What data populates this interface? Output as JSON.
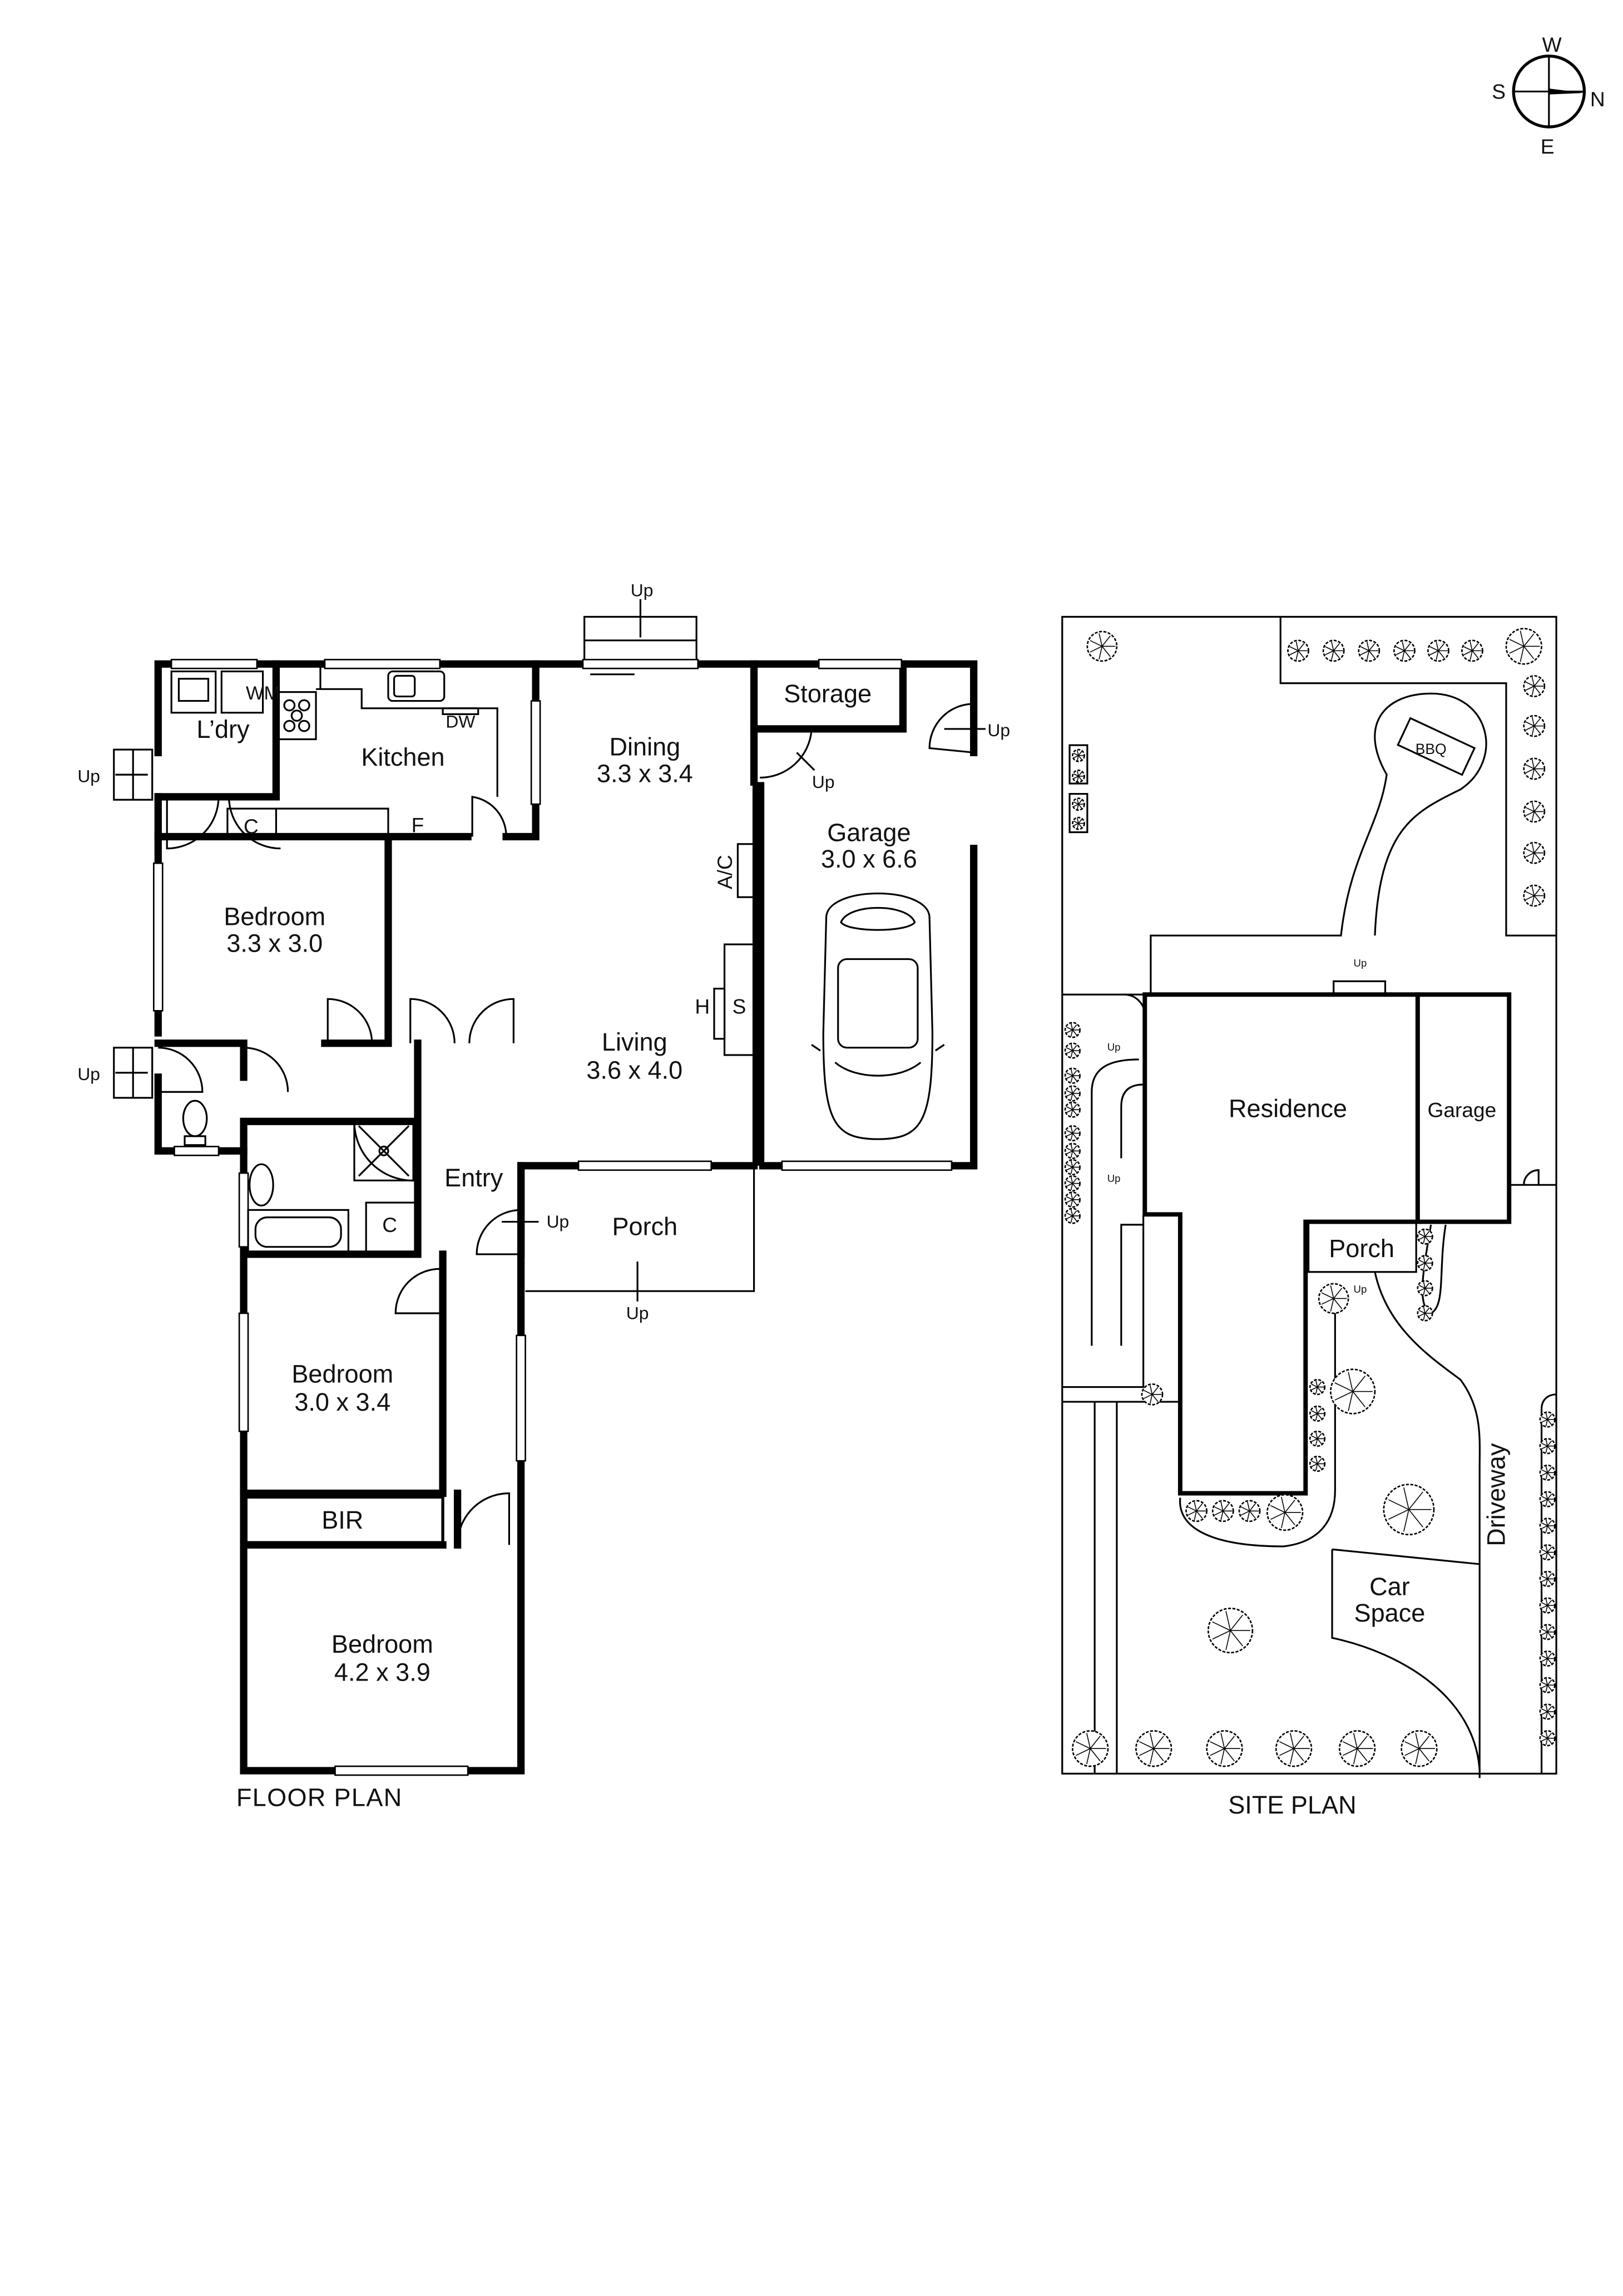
{
  "compass": {
    "west": "W",
    "south": "S",
    "north": "N",
    "east": "E"
  },
  "floor_plan": {
    "title": "FLOOR PLAN",
    "rooms": {
      "laundry": "L’dry",
      "washing_machine": "WM",
      "kitchen": "Kitchen",
      "dishwasher": "DW",
      "kitchen_cupboard": "C",
      "fridge": "F",
      "dining": {
        "name": "Dining",
        "size": "3.3 x 3.4"
      },
      "storage": "Storage",
      "garage": {
        "name": "Garage",
        "size": "3.0 x 6.6"
      },
      "air_conditioner": "A/C",
      "heater": "H",
      "s_unit": "S",
      "living": {
        "name": "Living",
        "size": "3.6 x 4.0"
      },
      "bedroom1": {
        "name": "Bedroom",
        "size": "3.3 x 3.0"
      },
      "entry": "Entry",
      "porch": "Porch",
      "bath_cupboard": "C",
      "bedroom2": {
        "name": "Bedroom",
        "size": "3.0 x 3.4"
      },
      "bir": "BIR",
      "bedroom3": {
        "name": "Bedroom",
        "size": "4.2 x 3.9"
      }
    },
    "steps": [
      "Up",
      "Up",
      "Up",
      "Up",
      "Up",
      "Up",
      "Up"
    ]
  },
  "site_plan": {
    "title": "SITE PLAN",
    "bbq": "BBQ",
    "residence": "Residence",
    "garage": "Garage",
    "porch": "Porch",
    "car_space": [
      "Car",
      "Space"
    ],
    "driveway": "Driveway",
    "steps": [
      "Up",
      "Up",
      "Up",
      "Up"
    ]
  }
}
